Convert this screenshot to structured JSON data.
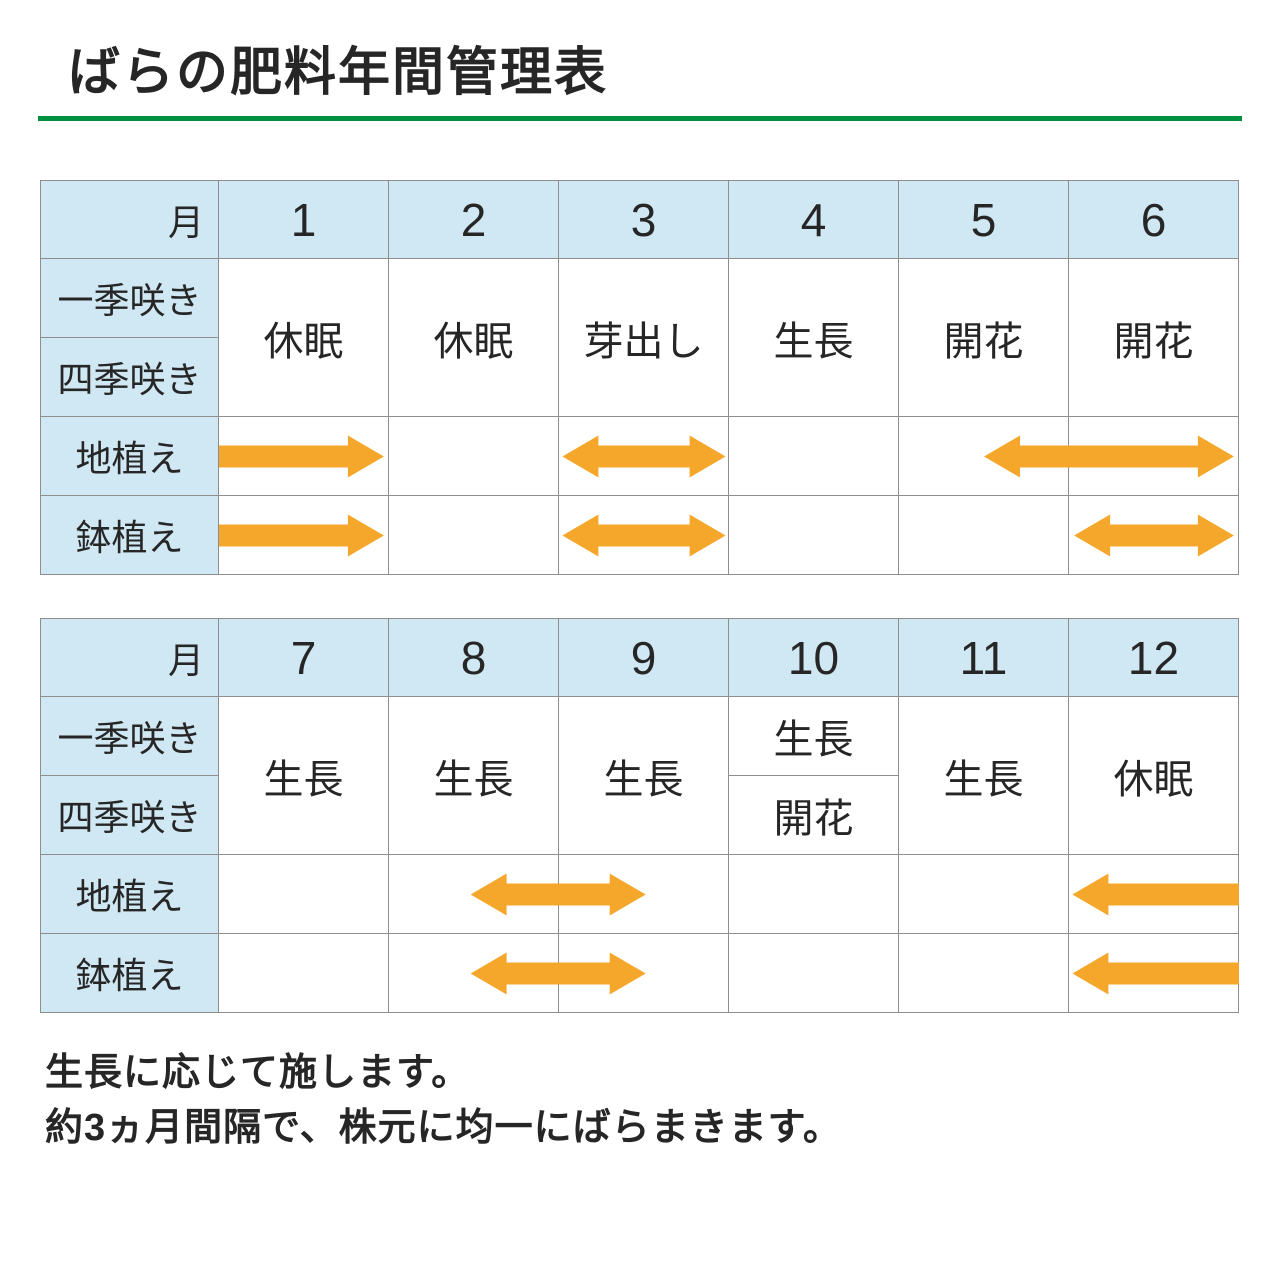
{
  "title": "ばらの肥料年間管理表",
  "labels": {
    "month": "月",
    "once_blooming": "一季咲き",
    "four_season_blooming": "四季咲き",
    "ground_planted": "地植え",
    "pot_planted": "鉢植え"
  },
  "notes": [
    "生長に応じて施します。",
    "約3ヵ月間隔で、株元に均一にばらまきます。"
  ],
  "colors": {
    "label_bg": "#d0e8f3",
    "border": "#8e8e8e",
    "arrow": "#f5a72b",
    "title_underline": "#009140",
    "text": "#262626"
  },
  "chart_data": {
    "type": "table",
    "title": "ばらの肥料年間管理表",
    "row_headers": [
      "月",
      "一季咲き",
      "四季咲き",
      "地植え",
      "鉢植え"
    ],
    "tables": [
      {
        "months": [
          "1",
          "2",
          "3",
          "4",
          "5",
          "6"
        ],
        "growth_stages": [
          {
            "merged": true,
            "label": "休眠"
          },
          {
            "merged": true,
            "label": "休眠"
          },
          {
            "merged": true,
            "label": "芽出し"
          },
          {
            "merged": true,
            "label": "生長"
          },
          {
            "merged": true,
            "label": "開花"
          },
          {
            "merged": true,
            "label": "開花"
          }
        ],
        "ground_arrows": [
          {
            "from": 0,
            "to": 0.97,
            "heads": "right"
          },
          {
            "from": 2.02,
            "to": 2.98,
            "heads": "both"
          },
          {
            "from": 4.5,
            "to": 5.97,
            "heads": "both"
          }
        ],
        "pot_arrows": [
          {
            "from": 0,
            "to": 0.97,
            "heads": "right"
          },
          {
            "from": 2.02,
            "to": 2.98,
            "heads": "both"
          },
          {
            "from": 5.03,
            "to": 5.97,
            "heads": "both"
          }
        ]
      },
      {
        "months": [
          "7",
          "8",
          "9",
          "10",
          "11",
          "12"
        ],
        "growth_stages": [
          {
            "merged": true,
            "label": "生長"
          },
          {
            "merged": true,
            "label": "生長"
          },
          {
            "merged": true,
            "label": "生長"
          },
          {
            "merged": false,
            "once_blooming": "生長",
            "four_season_blooming": "開花"
          },
          {
            "merged": true,
            "label": "生長"
          },
          {
            "merged": true,
            "label": "休眠"
          }
        ],
        "ground_arrows": [
          {
            "from": 1.48,
            "to": 2.51,
            "heads": "both"
          },
          {
            "from": 5.02,
            "to": 6,
            "heads": "left"
          }
        ],
        "pot_arrows": [
          {
            "from": 1.48,
            "to": 2.51,
            "heads": "both"
          },
          {
            "from": 5.02,
            "to": 6,
            "heads": "left"
          }
        ]
      }
    ]
  }
}
